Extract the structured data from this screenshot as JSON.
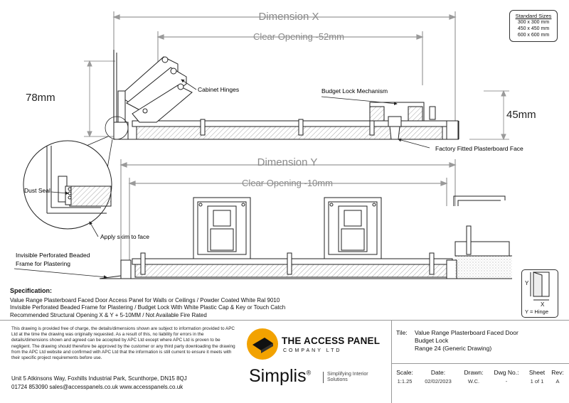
{
  "dimensions": {
    "dim_x": "Dimension X",
    "clear_x": "Clear Opening -52mm",
    "height_78": "78mm",
    "height_45": "45mm",
    "dim_y": "Dimension Y",
    "clear_y": "Clear Opening -10mm"
  },
  "callouts": {
    "hinges": "Cabinet Hinges",
    "budget_lock": "Budget Lock Mechanism",
    "factory_face": "Factory Fitted Plasterboard Face",
    "dust_seal": "Dust Seal",
    "skim": "Apply skim to face",
    "frame_line1": "Invisible Perforated Beaded",
    "frame_line2": "Frame for Plastering"
  },
  "standard_sizes": {
    "heading": "Standard Sizes",
    "sizes": [
      "300 x 300 mm",
      "450 x 450 mm",
      "600 x 600 mm"
    ]
  },
  "key": {
    "y": "Y",
    "x": "X",
    "hinge": "Y = Hinge"
  },
  "specification": {
    "heading": "Specification:",
    "lines": [
      "Value Range Plasterboard Faced Door Access Panel for Walls or Ceilings / Powder Coated White Ral 9010",
      "Invisible Perforated Beaded Frame for Plastering / Budget Lock With White Plastic Cap & Key or Touch Catch",
      "Recommended Structural Opening X & Y + 5-10MM / Not Available Fire Rated"
    ]
  },
  "disclaimer": "This drawing is provided free of charge, the details/dimensions shown are subject to information provided to APC Ltd at the time the drawing was originally requested. As a result of this, no liability for errors in the details/dimensions shown and agreed can be accepted by APC Ltd except where APC Ltd is proven to be negligent. The drawing should therefore be approved by the customer or any third party downloading the drawing from the APC Ltd website and confirmed with APC Ltd that the information is still current to ensure it meets with their specific project requirements before use.",
  "address": {
    "line1": "Unit 5 Atkinsons Way, Foxhills Industrial Park, Scunthorpe, DN15 8QJ",
    "line2": "01724 853090   sales@accesspanels.co.uk   www.accesspanels.co.uk"
  },
  "brand": {
    "name": "THE ACCESS PANEL",
    "sub": "COMPANY LTD",
    "simplis": "Simplis",
    "reg": "®",
    "tag1": "Simplifying Interior",
    "tag2": "Solutions"
  },
  "title_block": {
    "label": "Tile:",
    "line1": "Value Range Plasterboard Faced Door",
    "line2": "Budget Lock",
    "line3": "Range 24 (Generic Drawing)",
    "scale_label": "Scale:",
    "scale": "1:1.25",
    "date_label": "Date:",
    "date": "02/02/2023",
    "drawn_label": "Drawn:",
    "drawn": "W.C.",
    "dwg_label": "Dwg No.:",
    "dwg": "-",
    "sheet_label": "Sheet",
    "sheet": "1 of 1",
    "rev_label": "Rev:",
    "rev": "A"
  },
  "colors": {
    "line": "#222222",
    "dim": "#9a9a9a",
    "accent": "#f2a200",
    "hatch": "#555555"
  }
}
